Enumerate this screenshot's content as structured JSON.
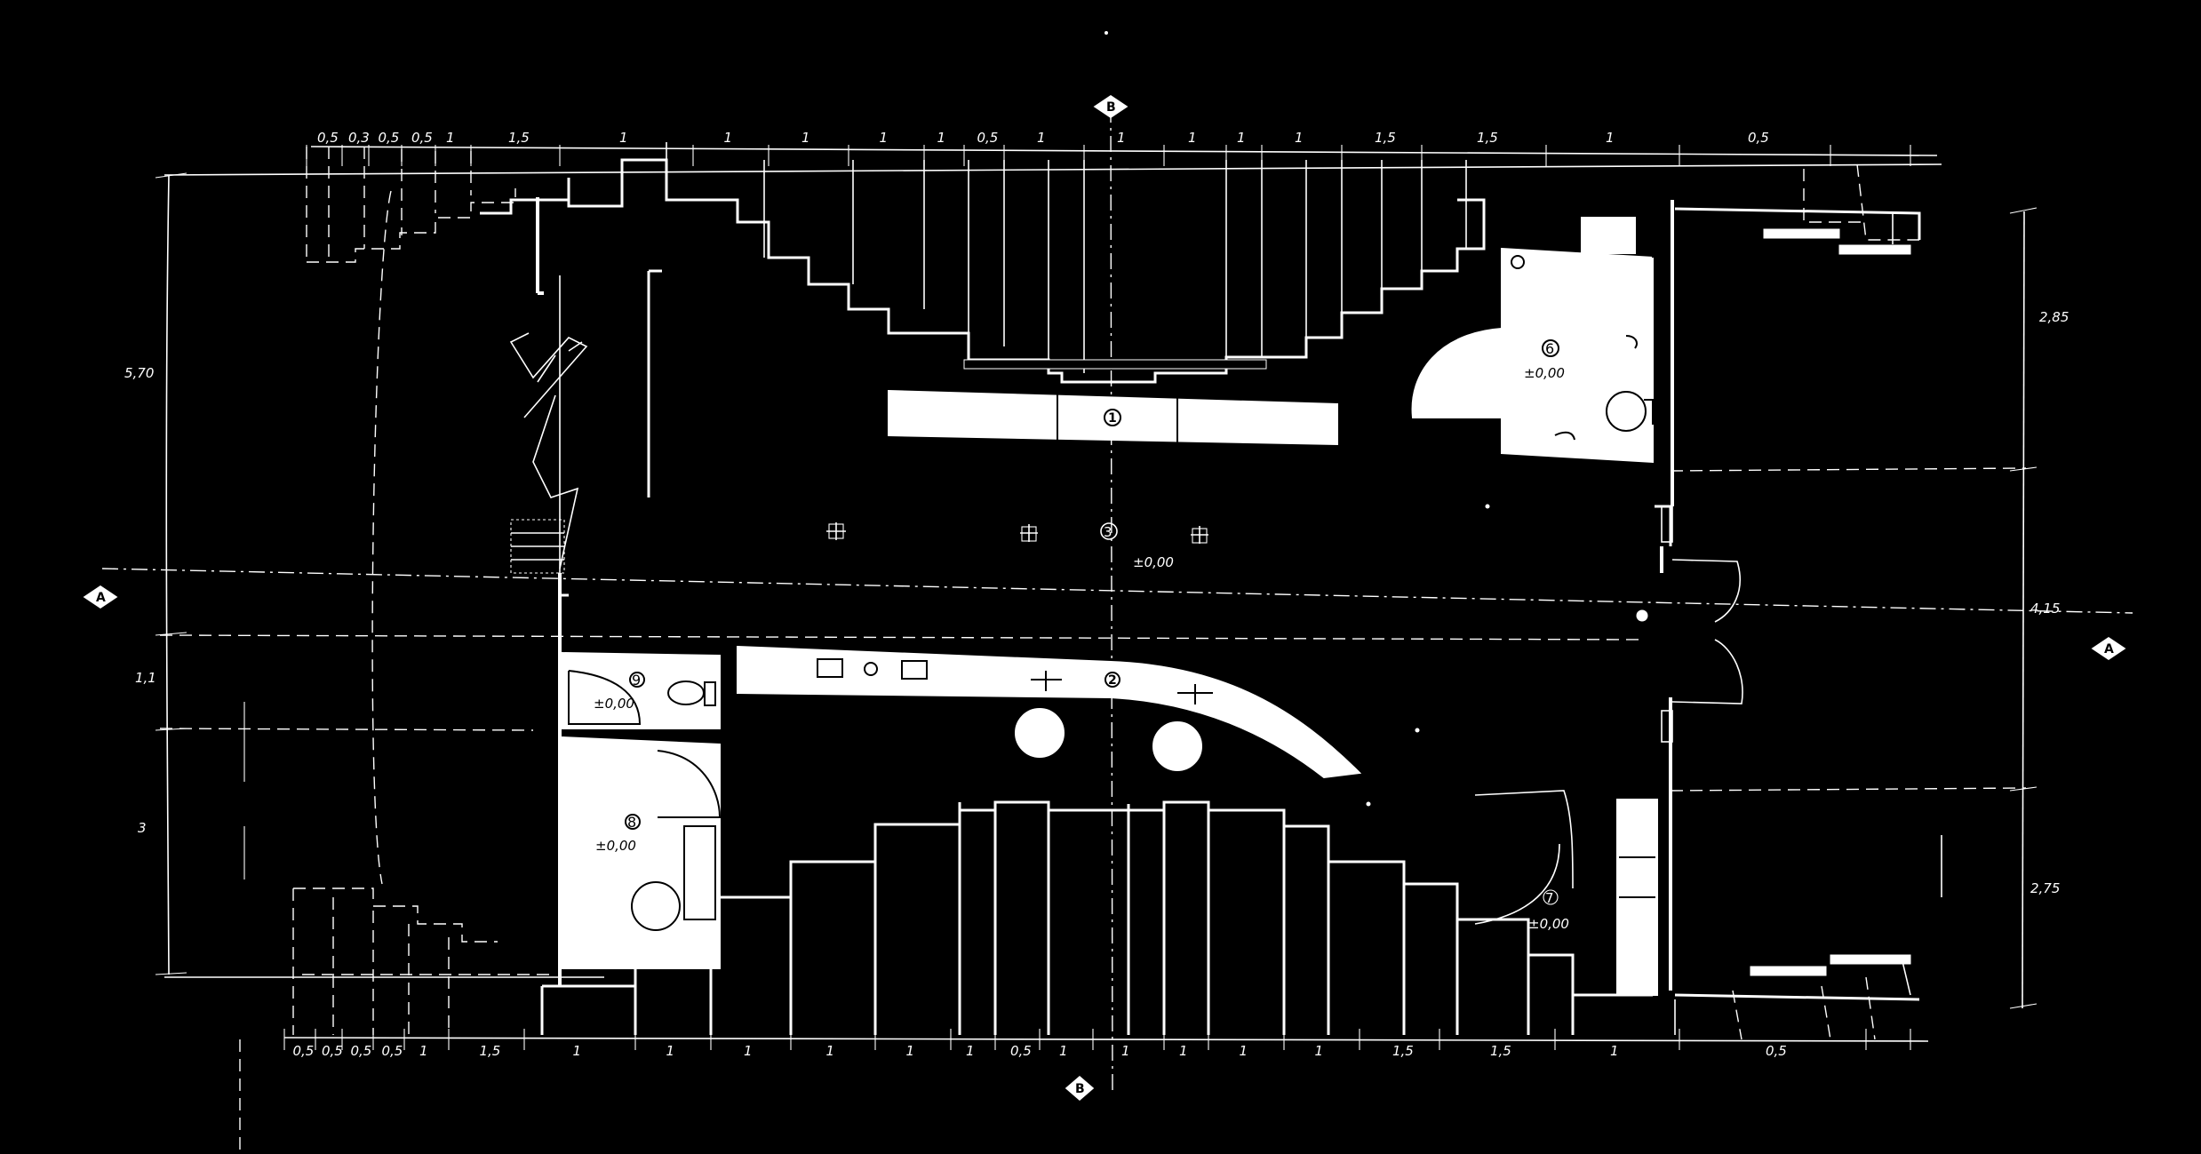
{
  "plan": {
    "top_dims": [
      "0,5",
      "0,3",
      "0,5",
      "0,5",
      "1",
      "1,5",
      "1",
      "1",
      "1",
      "1",
      "1",
      "0,5",
      "1",
      "1",
      "1",
      "1",
      "1",
      "1,5",
      "1,5",
      "1",
      "0,5"
    ],
    "bottom_dims": [
      "0,5",
      "0,5",
      "0,5",
      "0,5",
      "1",
      "1,5",
      "1",
      "1",
      "1",
      "1",
      "1",
      "1",
      "0,5",
      "1",
      "1",
      "1",
      "1",
      "1",
      "1,5",
      "1,5",
      "1",
      "0,5"
    ],
    "left_dims": [
      "5,70",
      "1,1",
      "3"
    ],
    "right_dims": [
      "2,85",
      "4,15",
      "2,75"
    ],
    "section_markers": {
      "top": "B",
      "bottom": "B",
      "left": "A",
      "right": "A"
    },
    "rooms": [
      {
        "number": "1",
        "level": ""
      },
      {
        "number": "2",
        "level": ""
      },
      {
        "number": "6",
        "level": "±0,00"
      },
      {
        "number": "7",
        "level": "±0,00"
      },
      {
        "number": "8",
        "level": "±0,00"
      },
      {
        "number": "9",
        "level": "±0,00"
      }
    ],
    "center_label": {
      "number": "3",
      "level": "±0,00"
    }
  }
}
